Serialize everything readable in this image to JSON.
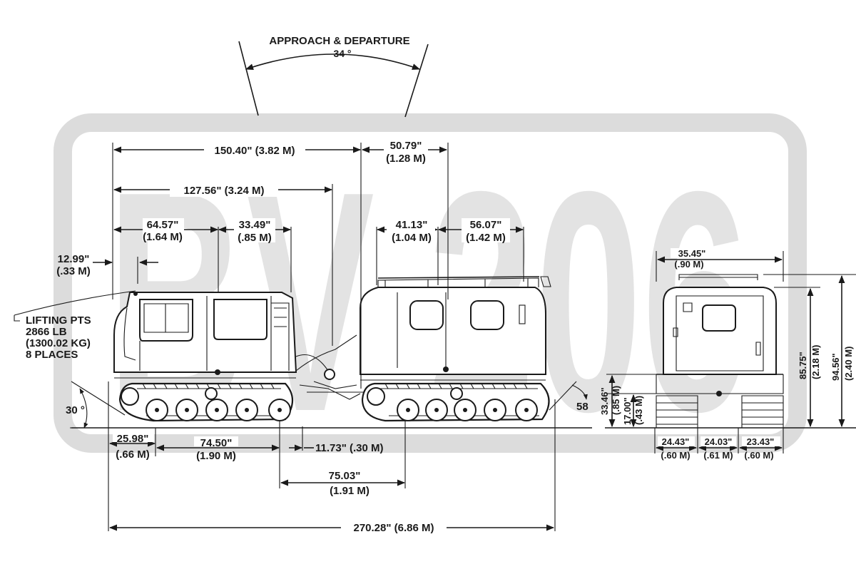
{
  "watermark": {
    "text": "BV-206",
    "color": "#d9d9d9"
  },
  "angles": {
    "approach_title": "APPROACH  &  DEPARTURE",
    "approach_value": "34 °",
    "front_slope": "30 °",
    "rear_slope": "58"
  },
  "lifting": {
    "line1": "LIFTING PTS",
    "line2": "2866 LB",
    "line3": "(1300.02 KG)",
    "line4": "8 PLACES"
  },
  "side_dims": {
    "d150": "150.40\" (3.82 M)",
    "d127": "127.56\" (3.24 M)",
    "d50_in": "50.79\"",
    "d50_m": "(1.28 M)",
    "d64_in": "64.57\"",
    "d64_m": "(1.64 M)",
    "d33_in": "33.49\"",
    "d33_m": "(.85 M)",
    "d41_in": "41.13\"",
    "d41_m": "(1.04 M)",
    "d56_in": "56.07\"",
    "d56_m": "(1.42 M)",
    "d12_in": "12.99\"",
    "d12_m": "(.33 M)",
    "d25_in": "25.98\"",
    "d25_m": "(.66 M)",
    "d74_in": "74.50\"",
    "d74_m": "(1.90 M)",
    "d11": "11.73\" (.30 M)",
    "d75_in": "75.03\"",
    "d75_m": "(1.91 M)",
    "d270": "270.28\" (6.86 M)"
  },
  "end_dims": {
    "w35_in": "35.45\"",
    "w35_m": "(.90 M)",
    "h33_in": "33.46\"",
    "h33_m": "(.85 M)",
    "h17_in": "17.00\"",
    "h17_m": "(.43 M)",
    "h85_in": "85.75\"",
    "h85_m": "(2.18 M)",
    "h94_in": "94.56\"",
    "h94_m": "(2.40 M)",
    "w24a_in": "24.43\"",
    "w24a_m": "(.60 M)",
    "w24b_in": "24.03\"",
    "w24b_m": "(.61 M)",
    "w23_in": "23.43\"",
    "w23_m": "(.60 M)"
  }
}
